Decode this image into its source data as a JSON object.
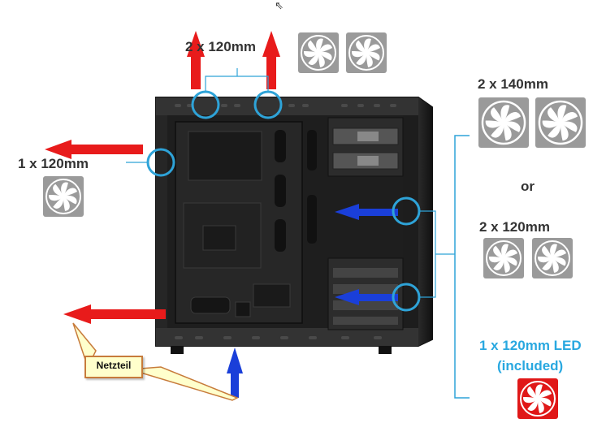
{
  "labels": {
    "top": "2 x 120mm",
    "rear": "1 x 120mm",
    "front_primary": "2 x 140mm",
    "front_or": "or",
    "front_alt": "2 x 120mm",
    "led_line1": "1 x 120mm LED",
    "led_line2": "(included)"
  },
  "callout": {
    "text": "Netzteil"
  },
  "colors": {
    "exhaust_arrow": "#e81b1b",
    "intake_arrow": "#1a3fd9",
    "marker_circle": "#2ea3d8",
    "bracket": "#2ea3d8",
    "fan_gray": "#9a9a9a",
    "fan_led": "#e01818",
    "led_text": "#29a8e0",
    "case_body": "#1e1e1e"
  },
  "icons": {
    "fan": "fan-icon",
    "arrow": "arrow-icon",
    "cursor": "pointer-cursor-icon"
  }
}
